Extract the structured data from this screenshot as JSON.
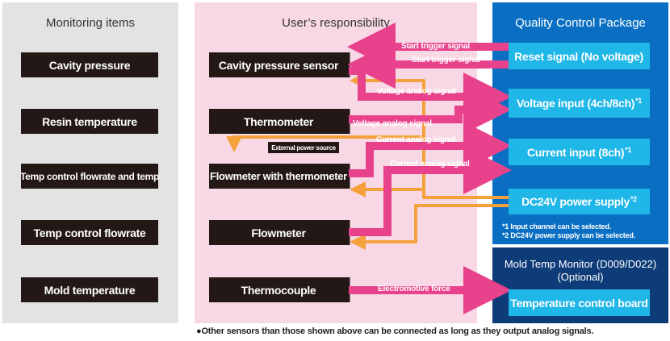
{
  "columns": {
    "monitoring": "Monitoring items",
    "user": "User’s responsibility",
    "qcp": "Quality Control Package"
  },
  "monitoring_items": [
    "Cavity pressure",
    "Resin temperature",
    "Temp control flowrate and temp",
    "Temp control flowrate",
    "Mold temperature"
  ],
  "user_items": [
    "Cavity pressure sensor",
    "Thermometer",
    "Flowmeter with thermometer",
    "Flowmeter",
    "Thermocouple"
  ],
  "qcp_items": [
    {
      "label": "Reset signal (No voltage)",
      "sup": ""
    },
    {
      "label": "Voltage input (4ch/8ch)",
      "sup": "*1"
    },
    {
      "label": "Current input (8ch)",
      "sup": "*1"
    },
    {
      "label": "DC24V power supply",
      "sup": "*2"
    }
  ],
  "qcp_notes": [
    "*1 Input channel can be selected.",
    "*2 DC24V power supply can be selected."
  ],
  "mold_monitor": {
    "title": "Mold Temp Monitor (D009/D022)",
    "subtitle": "(Optional)",
    "board": "Temperature control board"
  },
  "signals": {
    "start_trigger_1": "Start trigger signal",
    "start_trigger_2": "Start trigger signal",
    "voltage_analog_1": "Voltage analog signal",
    "voltage_analog_2": "Voltage analog signal",
    "current_analog_1": "Current analog signal",
    "current_analog_2": "Current analog signal",
    "electromotive": "Electromotive force"
  },
  "external_power": "External power source",
  "footnote": "●Other sensors than those shown above can be connected as long as they output analog signals.",
  "colors": {
    "gray_panel": "#e3e3e4",
    "pink_panel": "#f9d8e5",
    "blue_panel": "#0a6fc2",
    "navy_panel": "#0d3c78",
    "cyan_box": "#1fb6e8",
    "dark_box": "#231816",
    "pink_arrow": "#e8428c",
    "orange_line": "#f4a13c"
  }
}
